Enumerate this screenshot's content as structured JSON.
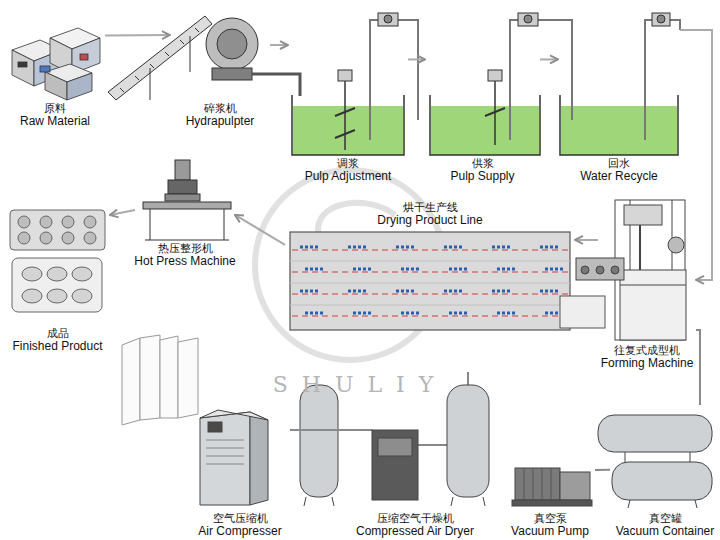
{
  "diagram": {
    "nodes": [
      {
        "text": [
          "原料",
          "Raw Material"
        ]
      },
      {
        "text": [
          "碎浆机",
          "Hydrapulpter"
        ]
      },
      {
        "text": [
          "调浆",
          "Pulp Adjustment"
        ]
      },
      {
        "text": [
          "供浆",
          "Pulp Supply"
        ]
      },
      {
        "text": [
          "回水",
          "Water Recycle"
        ]
      },
      {
        "text": [
          "烘干生产线",
          "Drying Product Line"
        ]
      },
      {
        "text": [
          "热压整形机",
          "Hot Press Machine"
        ]
      },
      {
        "text": [
          "成品",
          "Finished Product"
        ]
      },
      {
        "text": [
          "往复式成型机",
          "Forming Machine"
        ]
      },
      {
        "text": [
          "空气压缩机",
          "Air Compresser"
        ]
      },
      {
        "text": [
          "压缩空气干燥机",
          "Compressed Air Dryer"
        ]
      },
      {
        "text": [
          "真空泵",
          "Vacuum Pump"
        ]
      },
      {
        "text": [
          "真空罐",
          "Vacuum Container"
        ]
      }
    ],
    "edges": [
      {
        "from": 0,
        "to": 1,
        "arrow": "to"
      },
      {
        "from": 1,
        "to": 2,
        "arrow": "to"
      },
      {
        "from": 2,
        "to": 3,
        "arrow": "to"
      },
      {
        "from": 3,
        "to": 4,
        "arrow": "to"
      },
      {
        "from": 4,
        "to": 8,
        "arrow": "to"
      },
      {
        "from": 8,
        "to": 5,
        "arrow": "to"
      },
      {
        "from": 5,
        "to": 6,
        "arrow": "to"
      },
      {
        "from": 6,
        "to": 7,
        "arrow": "to"
      },
      {
        "from": 9,
        "to": 10,
        "arrow": "none"
      },
      {
        "from": 11,
        "to": 12,
        "arrow": "none"
      },
      {
        "from": 12,
        "to": 8,
        "arrow": "none"
      }
    ],
    "labels": [
      "SHULIY"
    ]
  }
}
